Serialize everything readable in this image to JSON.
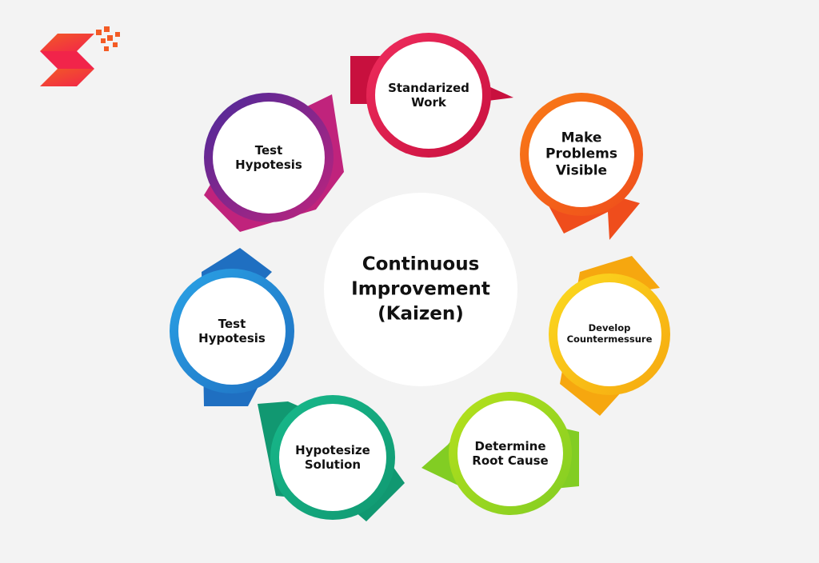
{
  "center": {
    "label": "Continuous\nImprovement\n(Kaizen)"
  },
  "steps": [
    {
      "id": "standardized-work",
      "label": "Standarized\nWork",
      "color_a": "#ef2d5d",
      "color_b": "#c8103e"
    },
    {
      "id": "make-problems-visible",
      "label": "Make\nProblems\nVisible",
      "color_a": "#f97b17",
      "color_b": "#ef4d1c"
    },
    {
      "id": "develop-countermeasure",
      "label": "Develop\nCountermessure",
      "color_a": "#fbdb20",
      "color_b": "#f6a70f"
    },
    {
      "id": "determine-root-cause",
      "label": "Determine\nRoot Cause",
      "color_a": "#b6e11c",
      "color_b": "#82cd23"
    },
    {
      "id": "hypothesize-solution",
      "label": "Hypotesize\nSolution",
      "color_a": "#17b98b",
      "color_b": "#119871"
    },
    {
      "id": "test-hypothesis-blue",
      "label": "Test\nHypotesis",
      "color_a": "#2aa3e6",
      "color_b": "#1f6fc1"
    },
    {
      "id": "test-hypothesis-purple",
      "label": "Test\nHypotesis",
      "color_a": "#4b2a9b",
      "color_b": "#c0237c"
    }
  ],
  "logo": {
    "icon": "logo-s-icon",
    "color_a": "#f35b25",
    "color_b": "#f1244a"
  }
}
